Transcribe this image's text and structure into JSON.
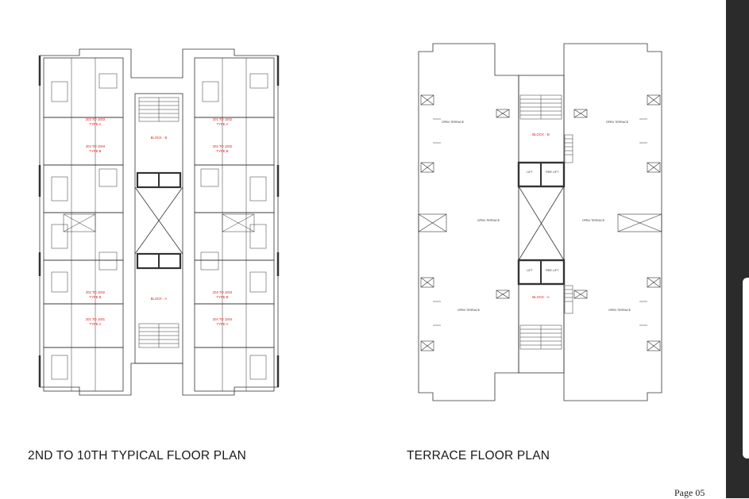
{
  "captions": {
    "typical": "2ND TO 10TH TYPICAL FLOOR PLAN",
    "terrace": "TERRACE FLOOR PLAN"
  },
  "page_number": "Page 05",
  "typical_plan": {
    "block_b": "BLOCK - B",
    "block_a": "BLOCK - A",
    "units": [
      {
        "range": "203 TO 1003",
        "type": "TYPE A"
      },
      {
        "range": "201 TO 1002",
        "type": "TYPE A"
      },
      {
        "range": "203 TO 1004",
        "type": "TYPE B"
      },
      {
        "range": "202 TO 1002",
        "type": "TYPE B"
      },
      {
        "range": "202 TO 1002",
        "type": "TYPE B"
      },
      {
        "range": "203 TO 1003",
        "type": "TYPE B"
      },
      {
        "range": "201 TO 1001",
        "type": "TYPE A"
      },
      {
        "range": "204 TO 1004",
        "type": "TYPE A"
      }
    ]
  },
  "terrace_plan": {
    "block_b": "BLOCK - B",
    "block_a": "BLOCK - A",
    "open_terrace": "OPEN TERRACE",
    "lift": "LIFT",
    "fire_lift": "FIRE LIFT"
  },
  "colors": {
    "line": "#333333",
    "accent_label": "#dd2222",
    "sidebar": "#2b2b2b"
  }
}
